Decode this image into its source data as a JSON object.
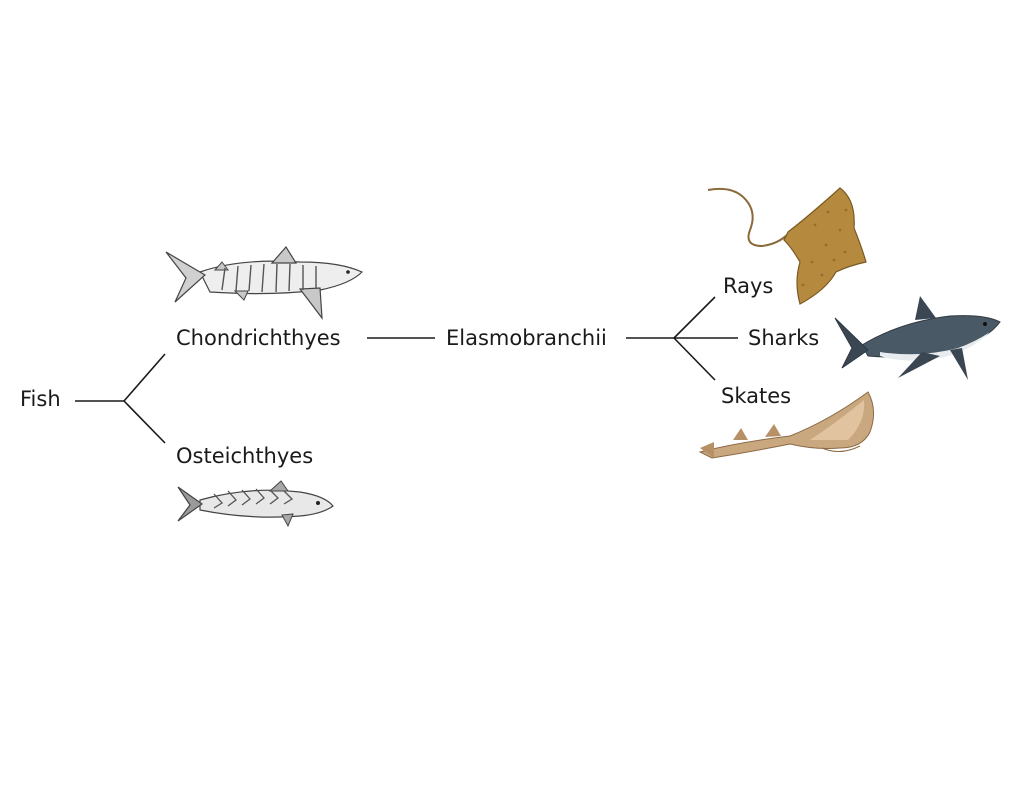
{
  "nodes": {
    "root": "Fish",
    "chondrichthyes": "Chondrichthyes",
    "osteichthyes": "Osteichthyes",
    "elasmobranchii": "Elasmobranchii",
    "rays": "Rays",
    "sharks": "Sharks",
    "skates": "Skates"
  },
  "illustrations": {
    "tiger_shark": "tiger-shark-illustration",
    "mackerel": "mackerel-illustration",
    "eagle_ray": "eagle-ray-illustration",
    "great_white_shark": "great-white-shark-illustration",
    "guitarfish": "guitarfish-illustration"
  },
  "colors": {
    "line": "#1a1a1a",
    "ray_body": "#b58a3e",
    "shark_body": "#4a5966",
    "skate_body": "#c9a77f"
  }
}
